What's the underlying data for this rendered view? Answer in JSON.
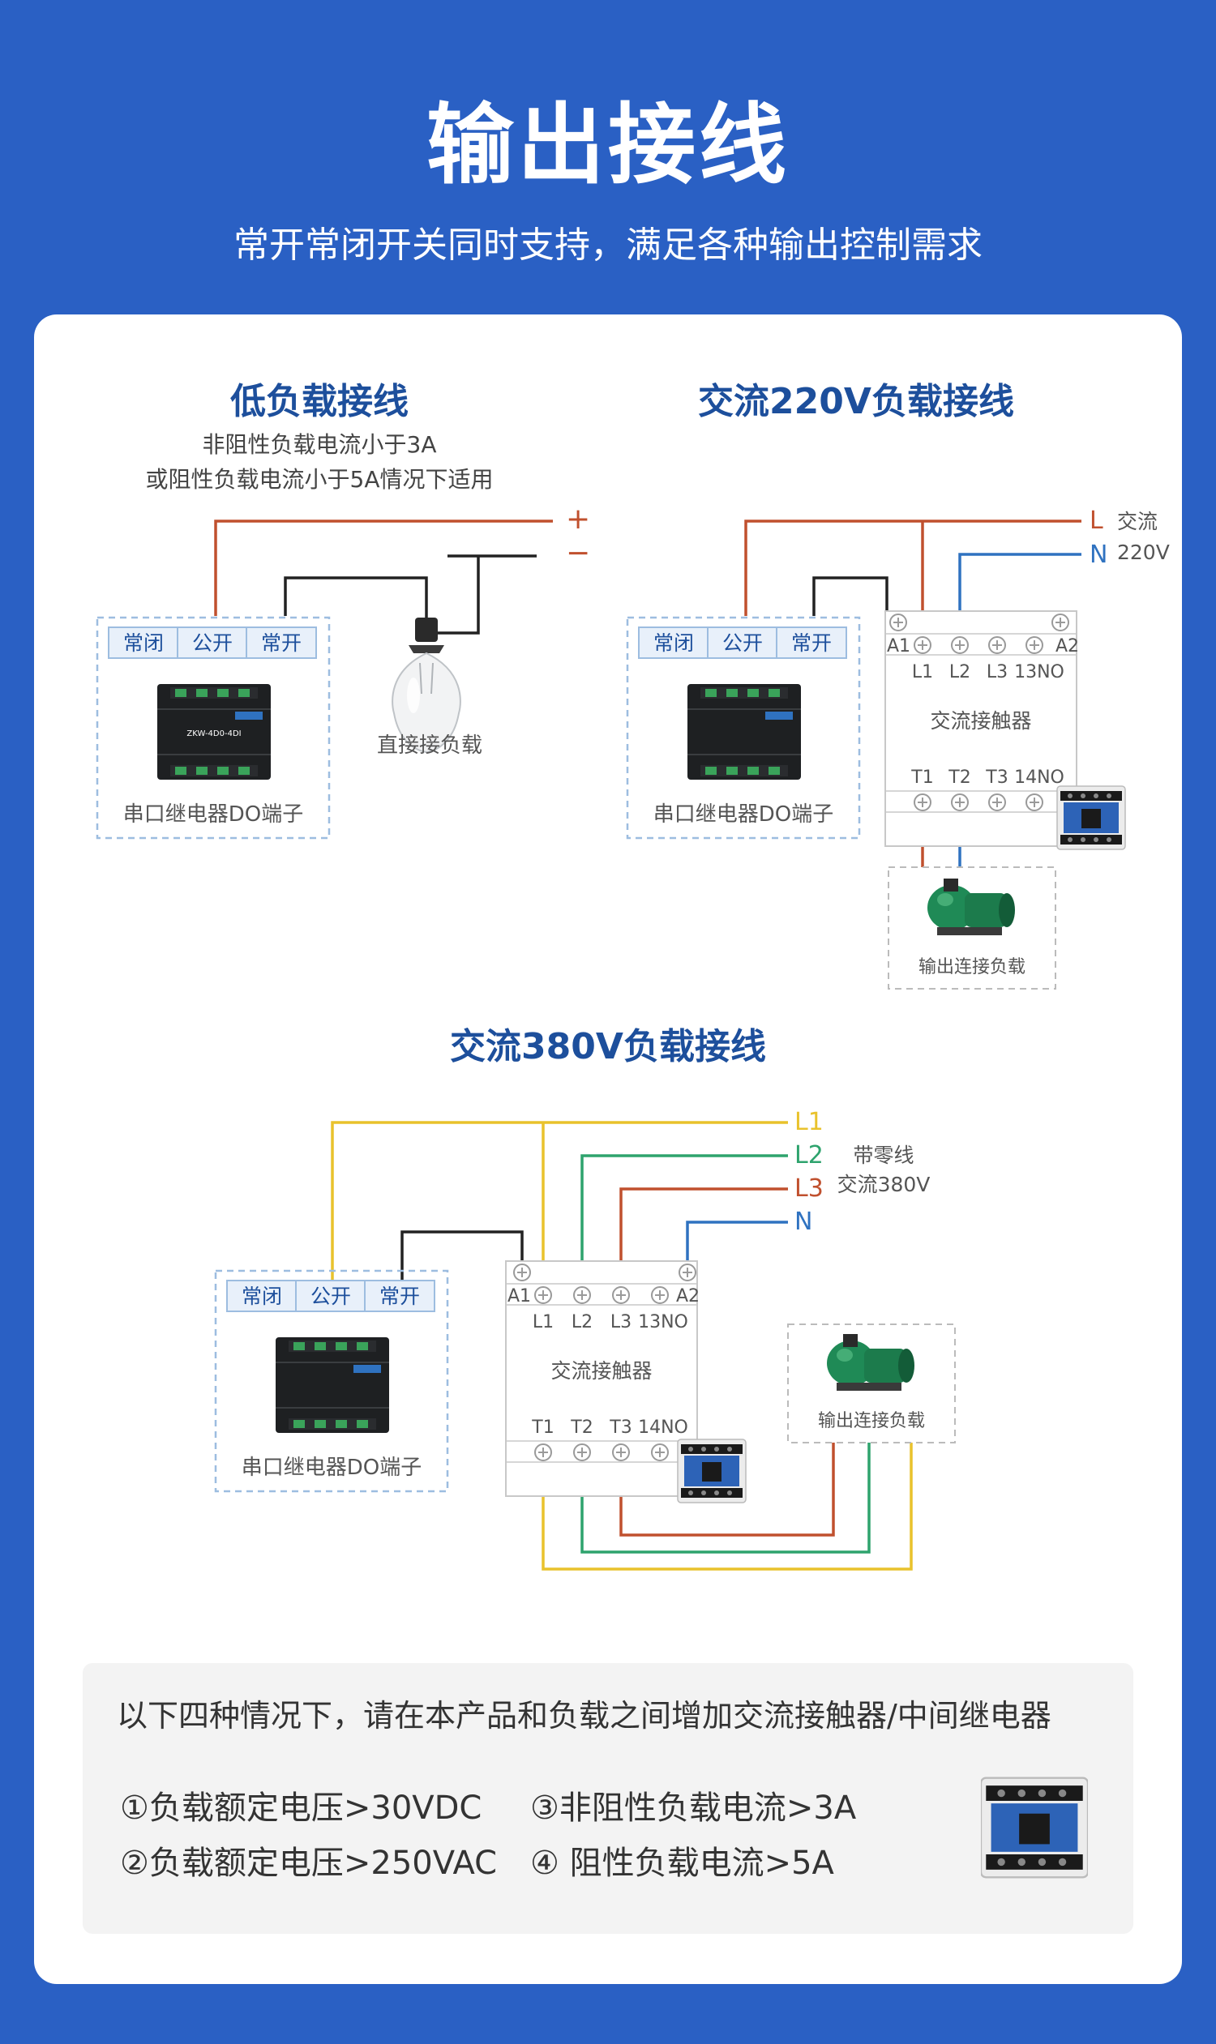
{
  "header": {
    "title": "输出接线",
    "subtitle": "常开常闭开关同时支持，满足各种输出控制需求"
  },
  "colors": {
    "background": "#2a60c4",
    "title_blue": "#1d4f9c",
    "wire_brown": "#c0502e",
    "wire_blue": "#2f72c0",
    "wire_yellow": "#e9c22c",
    "wire_green": "#2ea36d",
    "wire_black": "#222222",
    "dashed_border": "#9dbde0"
  },
  "low_load": {
    "title": "低负载接线",
    "note_line1": "非阻性负载电流小于3A",
    "note_line2": "或阻性负载电流小于5A情况下适用",
    "plus": "+",
    "minus": "−",
    "bulb_caption": "直接接负载"
  },
  "ac220": {
    "title": "交流220V负载接线",
    "line_L": "L",
    "line_N": "N",
    "ac_label_1": "交流",
    "ac_label_2": "220V",
    "load_caption": "输出连接负载"
  },
  "ac380": {
    "title": "交流380V负载接线",
    "line_L1": "L1",
    "line_L2": "L2",
    "line_L3": "L3",
    "line_N": "N",
    "label_1": "带零线",
    "label_2": "交流380V",
    "load_caption": "输出连接负载"
  },
  "relay_module": {
    "terminal_nc": "常闭",
    "terminal_com": "公开",
    "terminal_no": "常开",
    "caption": "串口继电器DO端子",
    "model": "ZKW-4D0-4DI"
  },
  "contactor": {
    "name": "交流接触器",
    "a1": "A1",
    "a2": "A2",
    "top_terminals": [
      "L1",
      "L2",
      "L3",
      "13NO"
    ],
    "bottom_terminals": [
      "T1",
      "T2",
      "T3",
      "14NO"
    ]
  },
  "info": {
    "heading": "以下四种情况下，请在本产品和负载之间增加交流接触器/中间继电器",
    "conditions": [
      "①负载额定电压>30VDC",
      "②负载额定电压>250VAC",
      "③非阻性负载电流>3A",
      "④ 阻性负载电流>5A"
    ]
  }
}
